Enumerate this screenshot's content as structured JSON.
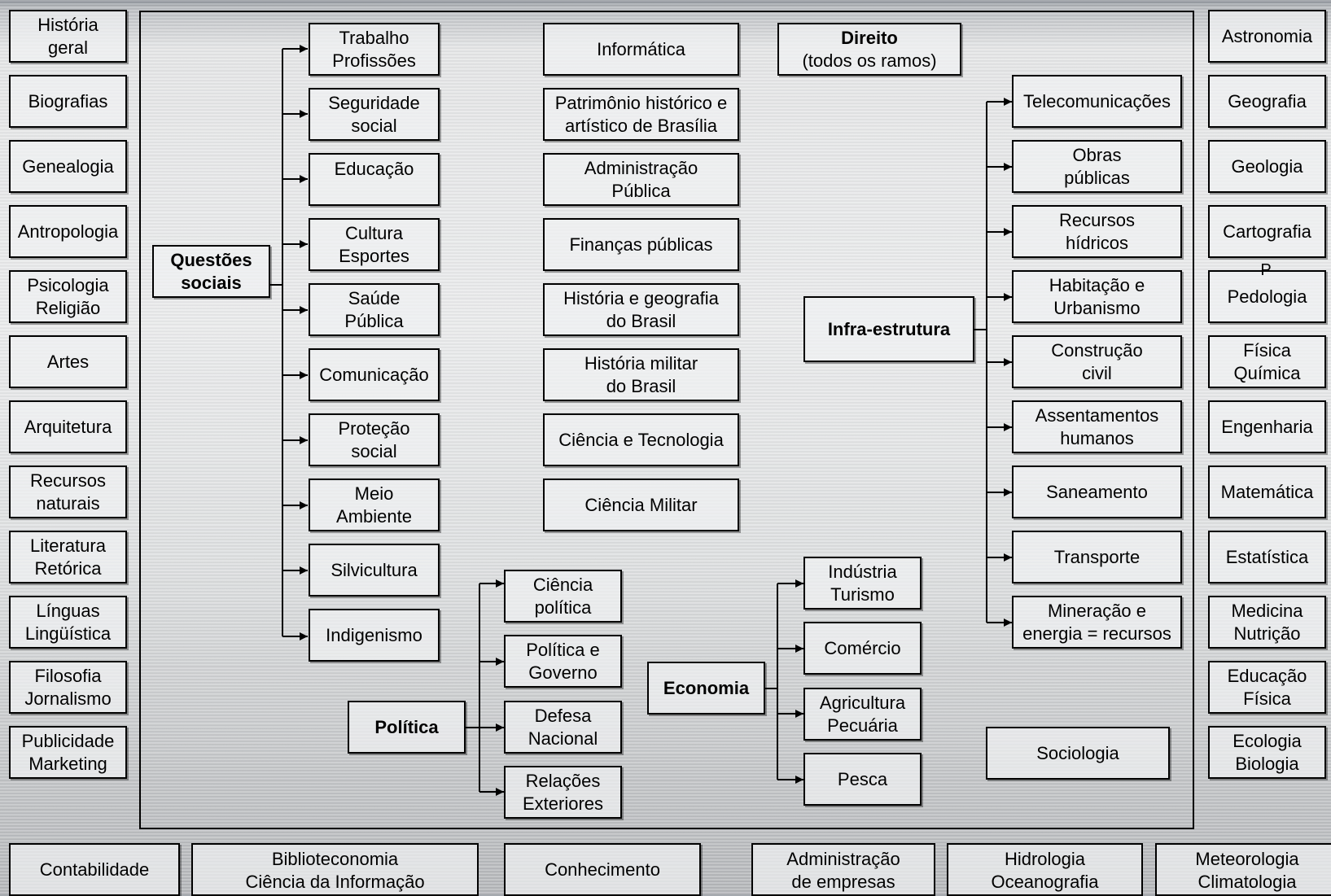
{
  "left_column": [
    "História\ngeral",
    "Biografias",
    "Genealogia",
    "Antropologia",
    "Psicologia\nReligião",
    "Artes",
    "Arquitetura",
    "Recursos\nnaturais",
    "Literatura\nRetórica",
    "Línguas\nLingüística",
    "Filosofia\nJornalismo",
    "Publicidade\nMarketing"
  ],
  "right_column": [
    "Astronomia",
    "Geografia",
    "Geologia",
    "Cartografia",
    "Pedologia",
    "Física\nQuímica",
    "Engenharia",
    "Matemática",
    "Estatística",
    "Medicina\nNutrição",
    "Educação\nFísica",
    "Ecologia\nBiologia"
  ],
  "pedologia_mark": "P",
  "bottom_row": [
    "Contabilidade",
    "Biblioteconomia\nCiência da Informação",
    "Conhecimento",
    "Administração\nde empresas",
    "Hidrologia\nOceanografia",
    "Meteorologia\nClimatologia"
  ],
  "questoes_sociais": {
    "title": "Questões\nsociais",
    "items": [
      "Trabalho\nProfissões",
      "Seguridade\nsocial",
      "Educação",
      "Cultura\nEsportes",
      "Saúde\nPública",
      "Comunicação",
      "Proteção\nsocial",
      "Meio\nAmbiente",
      "Silvicultura",
      "Indigenismo"
    ]
  },
  "middle_column": [
    "Informática",
    "Patrimônio histórico e\nartístico de Brasília",
    "Administração\nPública",
    "Finanças públicas",
    "História e geografia\ndo Brasil",
    "História militar\ndo Brasil",
    "Ciência e Tecnologia",
    "Ciência Militar"
  ],
  "direito": {
    "title": "Direito",
    "subtitle": "(todos os ramos)"
  },
  "politica": {
    "title": "Política",
    "items": [
      "Ciência\npolítica",
      "Política e\nGoverno",
      "Defesa\nNacional",
      "Relações\nExteriores"
    ]
  },
  "economia": {
    "title": "Economia",
    "items": [
      "Indústria\nTurismo",
      "Comércio",
      "Agricultura\nPecuária",
      "Pesca"
    ]
  },
  "infra_estrutura": {
    "title": "Infra-estrutura",
    "items": [
      "Telecomunicações",
      "Obras\npúblicas",
      "Recursos\nhídricos",
      "Habitação e\nUrbanismo",
      "Construção\ncivil",
      "Assentamentos\nhumanos",
      "Saneamento",
      "Transporte",
      "Mineração e\nenergia = recursos"
    ]
  },
  "sociologia": "Sociologia"
}
